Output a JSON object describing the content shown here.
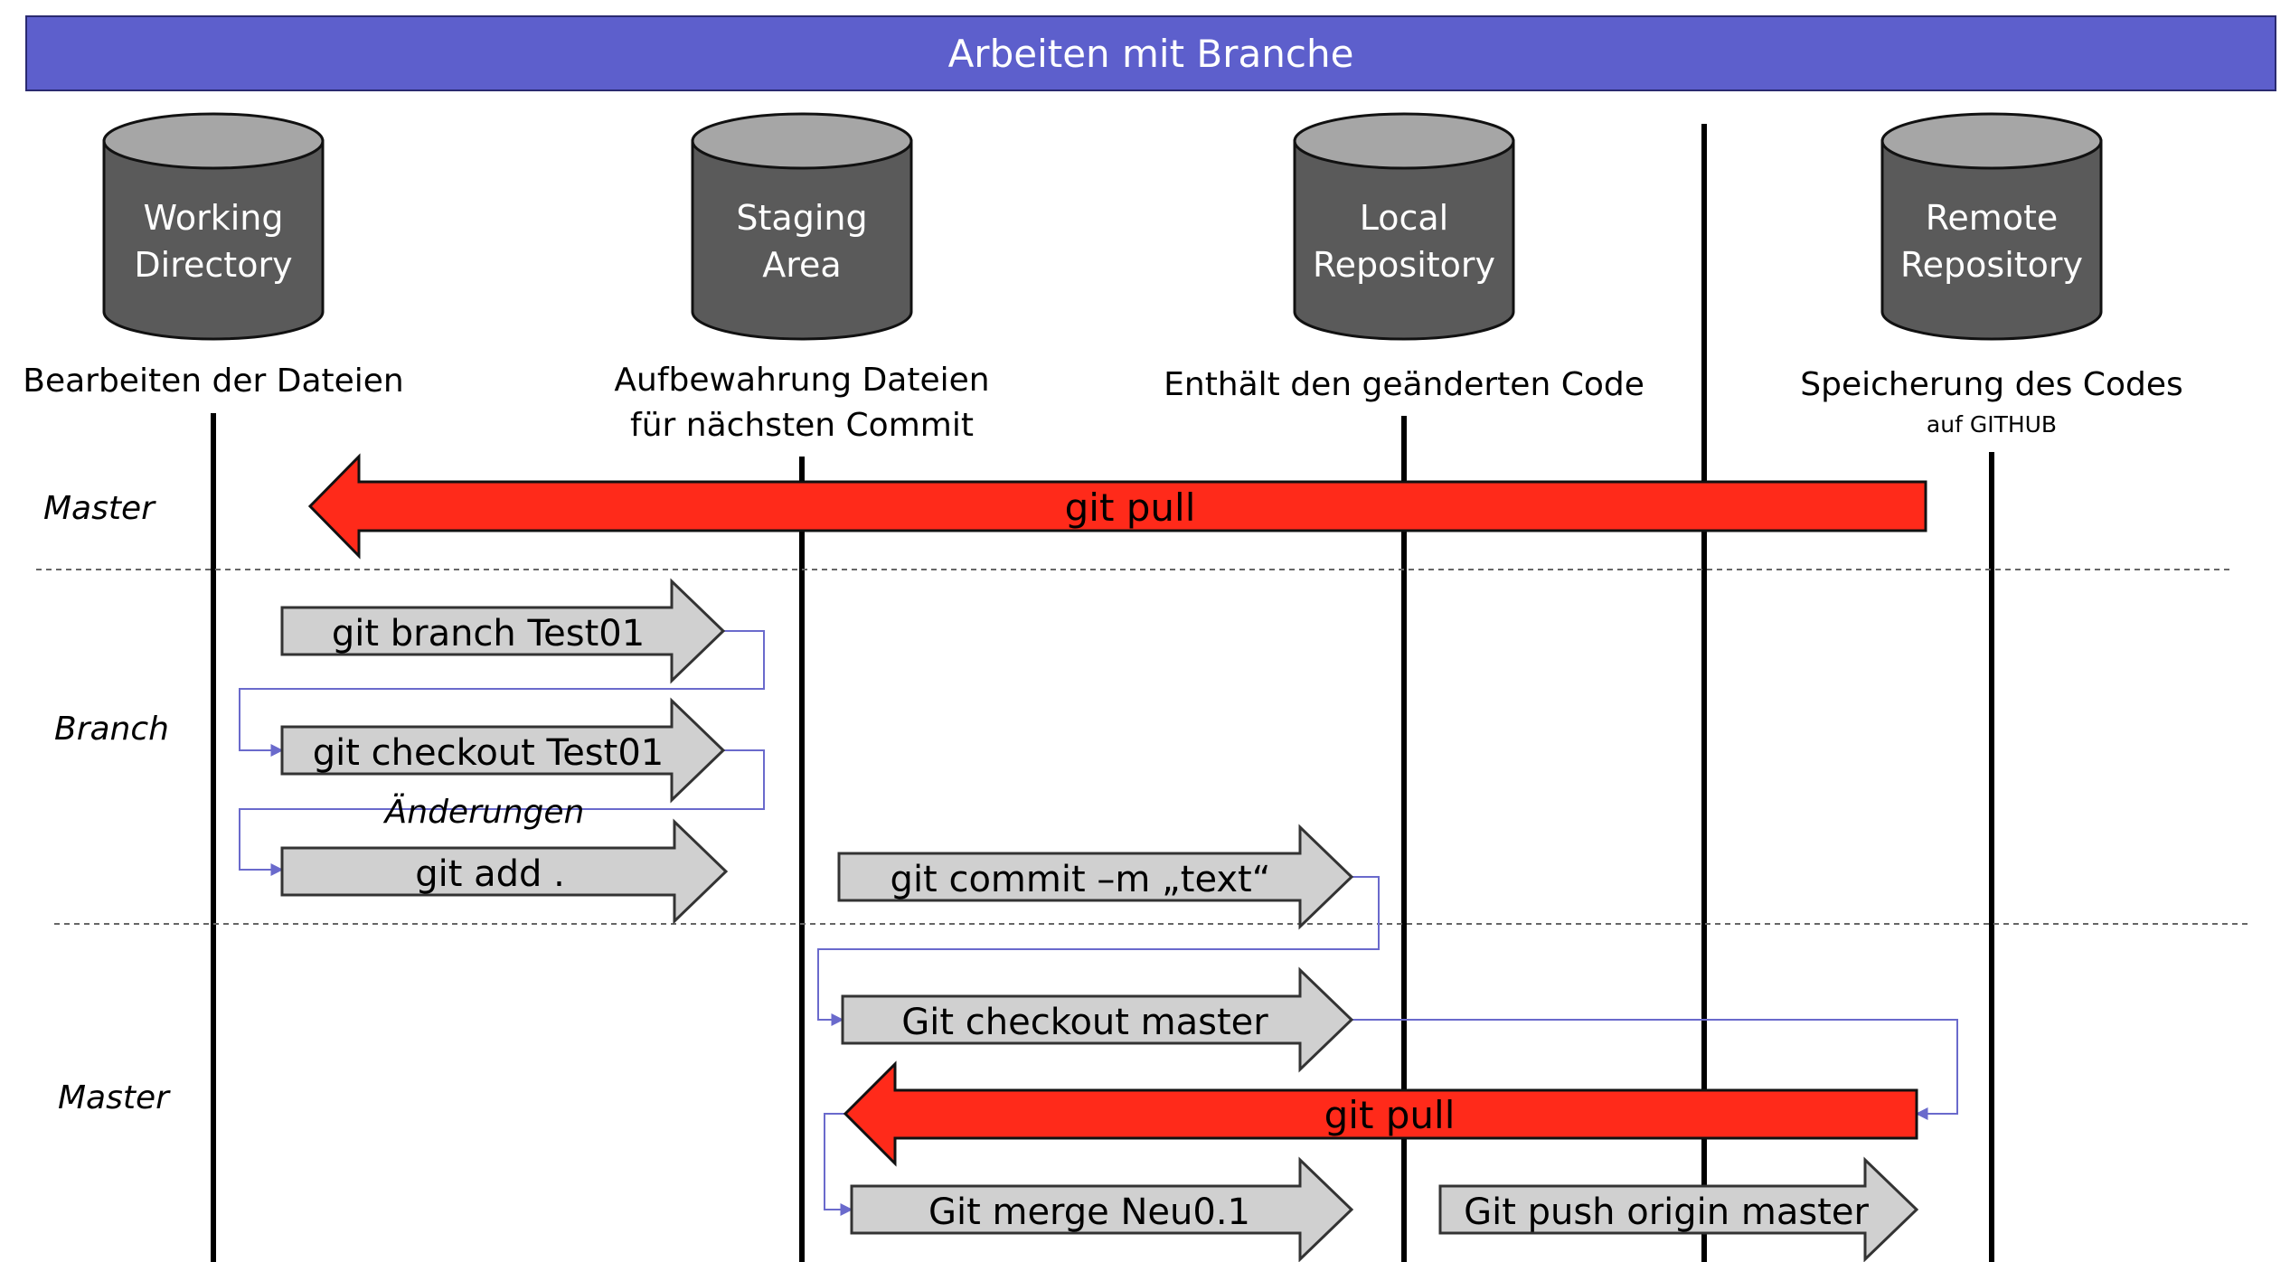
{
  "title": "Arbeiten mit Branche",
  "colors": {
    "title_bar": "#5d5fcc",
    "cylinder_body": "#5a5a5a",
    "cylinder_top": "#a6a6a6",
    "gray_arrow": "#d0d0d0",
    "red_arrow": "#ff2a1a",
    "connector": "#6a6acc"
  },
  "stores": [
    {
      "id": "working",
      "line1": "Working",
      "line2": "Directory",
      "caption": "Bearbeiten der Dateien",
      "caption2": "",
      "subcaption": ""
    },
    {
      "id": "staging",
      "line1": "Staging",
      "line2": "Area",
      "caption": "Aufbewahrung Dateien",
      "caption2": "für nächsten Commit",
      "subcaption": ""
    },
    {
      "id": "local",
      "line1": "Local",
      "line2": "Repository",
      "caption": "Enthält den geänderten Code",
      "caption2": "",
      "subcaption": ""
    },
    {
      "id": "remote",
      "line1": "Remote",
      "line2": "Repository",
      "caption": "Speicherung des Codes",
      "caption2": "",
      "subcaption": "auf GITHUB"
    }
  ],
  "lanes": {
    "master_top": "Master",
    "branch": "Branch",
    "master_bottom": "Master"
  },
  "note": "Änderungen",
  "commands": {
    "pull_top": "git pull",
    "branch": "git branch Test01",
    "checkout": "git checkout Test01",
    "add": "git add .",
    "commit": "git commit –m „text“",
    "checkout_master": "Git checkout master",
    "pull_bottom": "git pull",
    "merge": "Git merge Neu0.1",
    "push": "Git push origin master"
  }
}
